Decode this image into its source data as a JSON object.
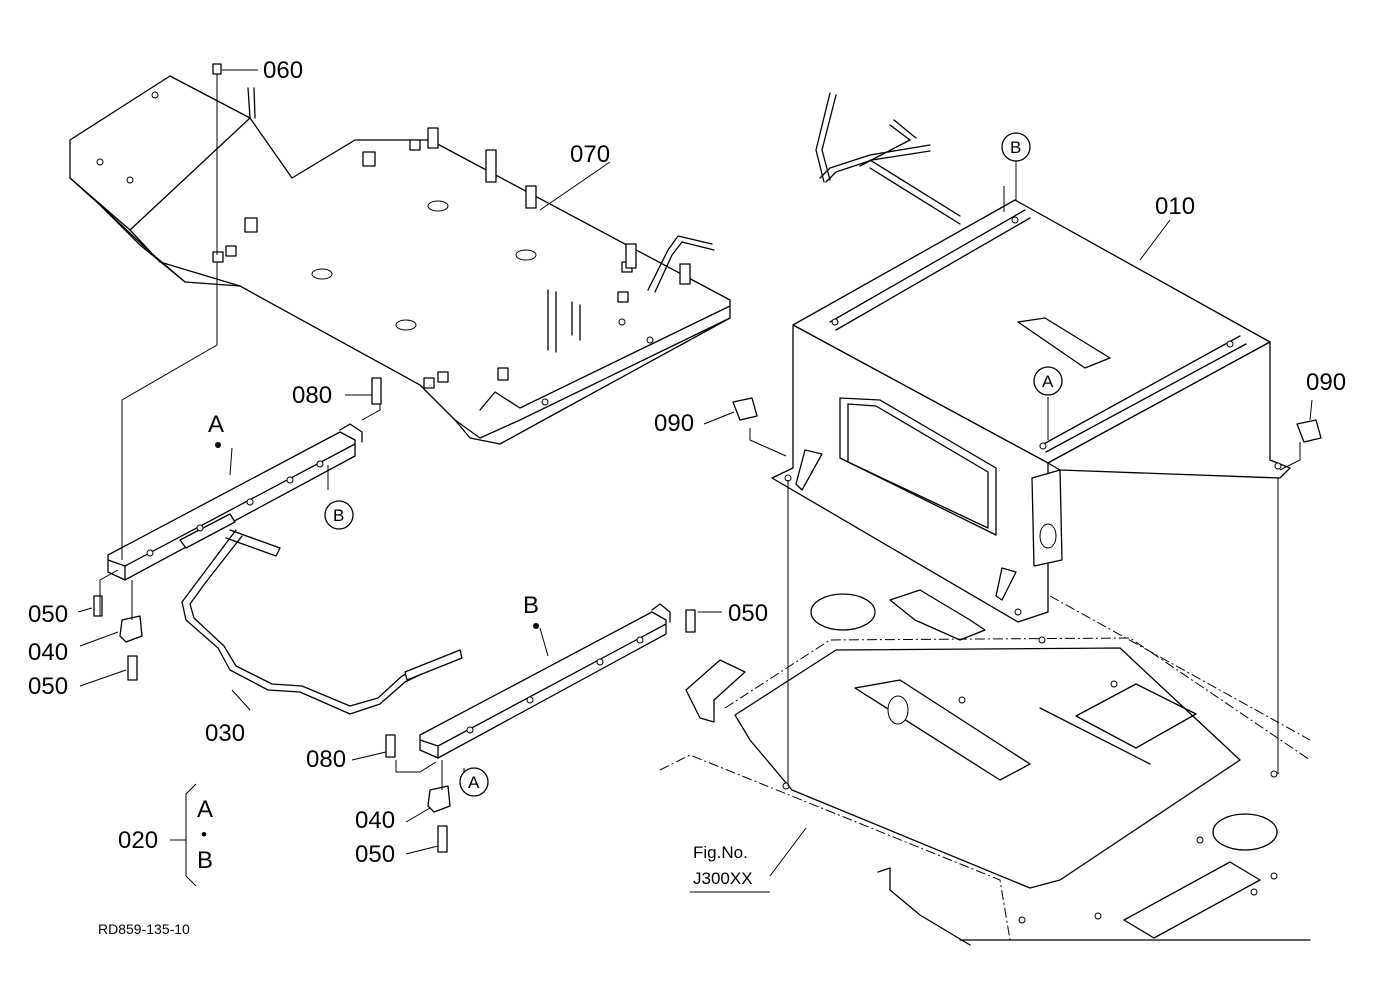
{
  "labels": {
    "p010": "010",
    "p020": "020",
    "p030": "030",
    "p040a": "040",
    "p040b": "040",
    "p050a": "050",
    "p050b": "050",
    "p050c": "050",
    "p050d": "050",
    "p060": "060",
    "p070": "070",
    "p080a": "080",
    "p080b": "080",
    "p090a": "090",
    "p090b": "090"
  },
  "markers": {
    "rail_a": "A",
    "rail_b": "B",
    "circle_b_top": "B",
    "circle_b_rail": "B",
    "circle_a_box": "A",
    "circle_a_rail": "A",
    "set_a": "A",
    "set_dot": "•",
    "set_b": "B"
  },
  "figref": {
    "line1": "Fig.No.",
    "line2": "J300XX"
  },
  "drawing_code": "RD859-135-10"
}
